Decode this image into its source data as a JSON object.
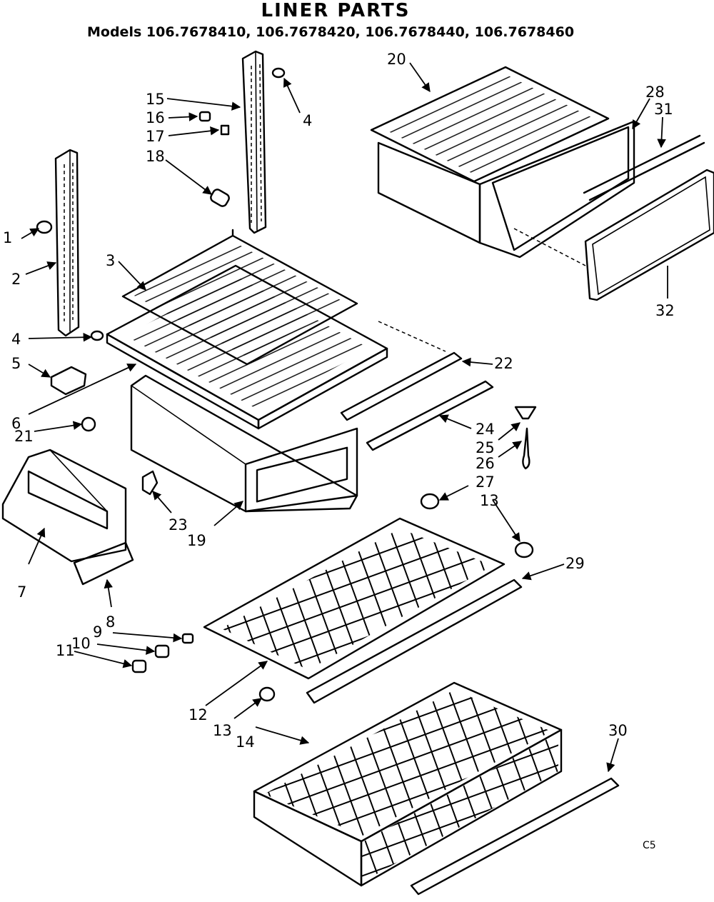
{
  "title": "LINER PARTS",
  "models_line": "Models 106.7678410, 106.7678420, 106.7678440, 106.7678460",
  "corner_code": "C5",
  "callouts": [
    "1",
    "2",
    "3",
    "4",
    "4",
    "5",
    "6",
    "7",
    "8",
    "9",
    "10",
    "11",
    "12",
    "13",
    "13",
    "14",
    "15",
    "16",
    "17",
    "18",
    "19",
    "20",
    "21",
    "22",
    "23",
    "24",
    "25",
    "26",
    "27",
    "28",
    "29",
    "30",
    "31",
    "32"
  ]
}
